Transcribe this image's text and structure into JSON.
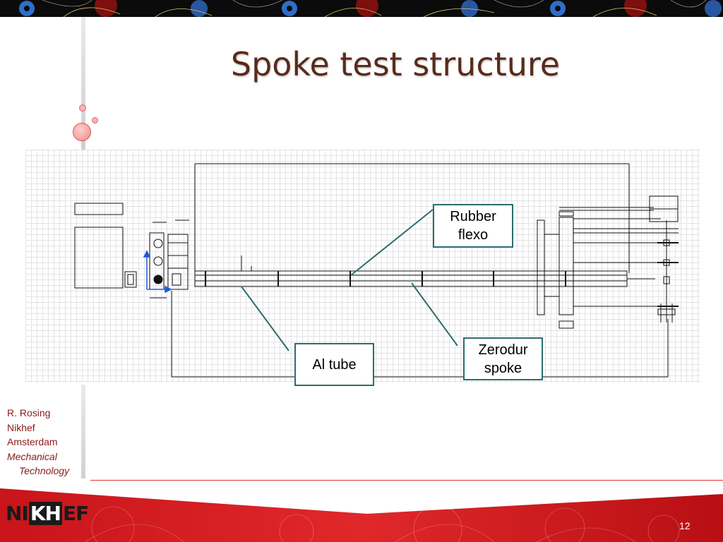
{
  "slide": {
    "title": "Spoke test structure",
    "page_number": "12"
  },
  "callouts": {
    "rubber_flexo": [
      "Rubber",
      "flexo"
    ],
    "al_tube": [
      "Al tube"
    ],
    "zerodur_spoke": [
      "Zerodur",
      "spoke"
    ]
  },
  "author": {
    "name": "R. Rosing",
    "org": "Nikhef",
    "city": "Amsterdam",
    "dept_line1": "Mechanical",
    "dept_line2": "Technology"
  },
  "logo": {
    "text_left": "NI",
    "text_boxed": "KH",
    "text_right": "EF"
  },
  "colors": {
    "title": "#5a2a1c",
    "callout_border": "#2a6e70",
    "author_text": "#8a1a1a",
    "banner_red": "#c8141a"
  }
}
